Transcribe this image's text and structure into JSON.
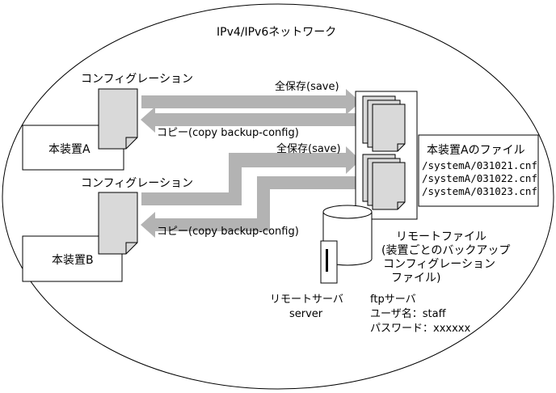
{
  "network": {
    "label": "IPv4/IPv6ネットワーク"
  },
  "devices": [
    {
      "label": "本装置A",
      "config_label": "コンフィグレーション"
    },
    {
      "label": "本装置B",
      "config_label": "コンフィグレーション"
    }
  ],
  "arrows": {
    "save_label": "全保存(save)",
    "copy_label": "コピー(copy backup-config)"
  },
  "file_list": {
    "title": "本装置Aのファイル",
    "files": [
      "/systemA/031021.cnf",
      "/systemA/031022.cnf",
      "/systemA/031023.cnf"
    ]
  },
  "remote_file": {
    "lines": [
      "リモートファイル",
      "(装置ごとのバックアップ",
      "コンフィグレーション",
      "ファイル)"
    ]
  },
  "server": {
    "lines": [
      "リモートサーバ",
      "server"
    ]
  },
  "ftp": {
    "lines": [
      "ftpサーバ",
      "ユーザ名：staff",
      "パスワード：xxxxxx"
    ]
  },
  "colors": {
    "arrow_fill": "#b3b3b3",
    "doc_fill": "#d9d9d9",
    "line": "#000000",
    "background": "#ffffff"
  }
}
